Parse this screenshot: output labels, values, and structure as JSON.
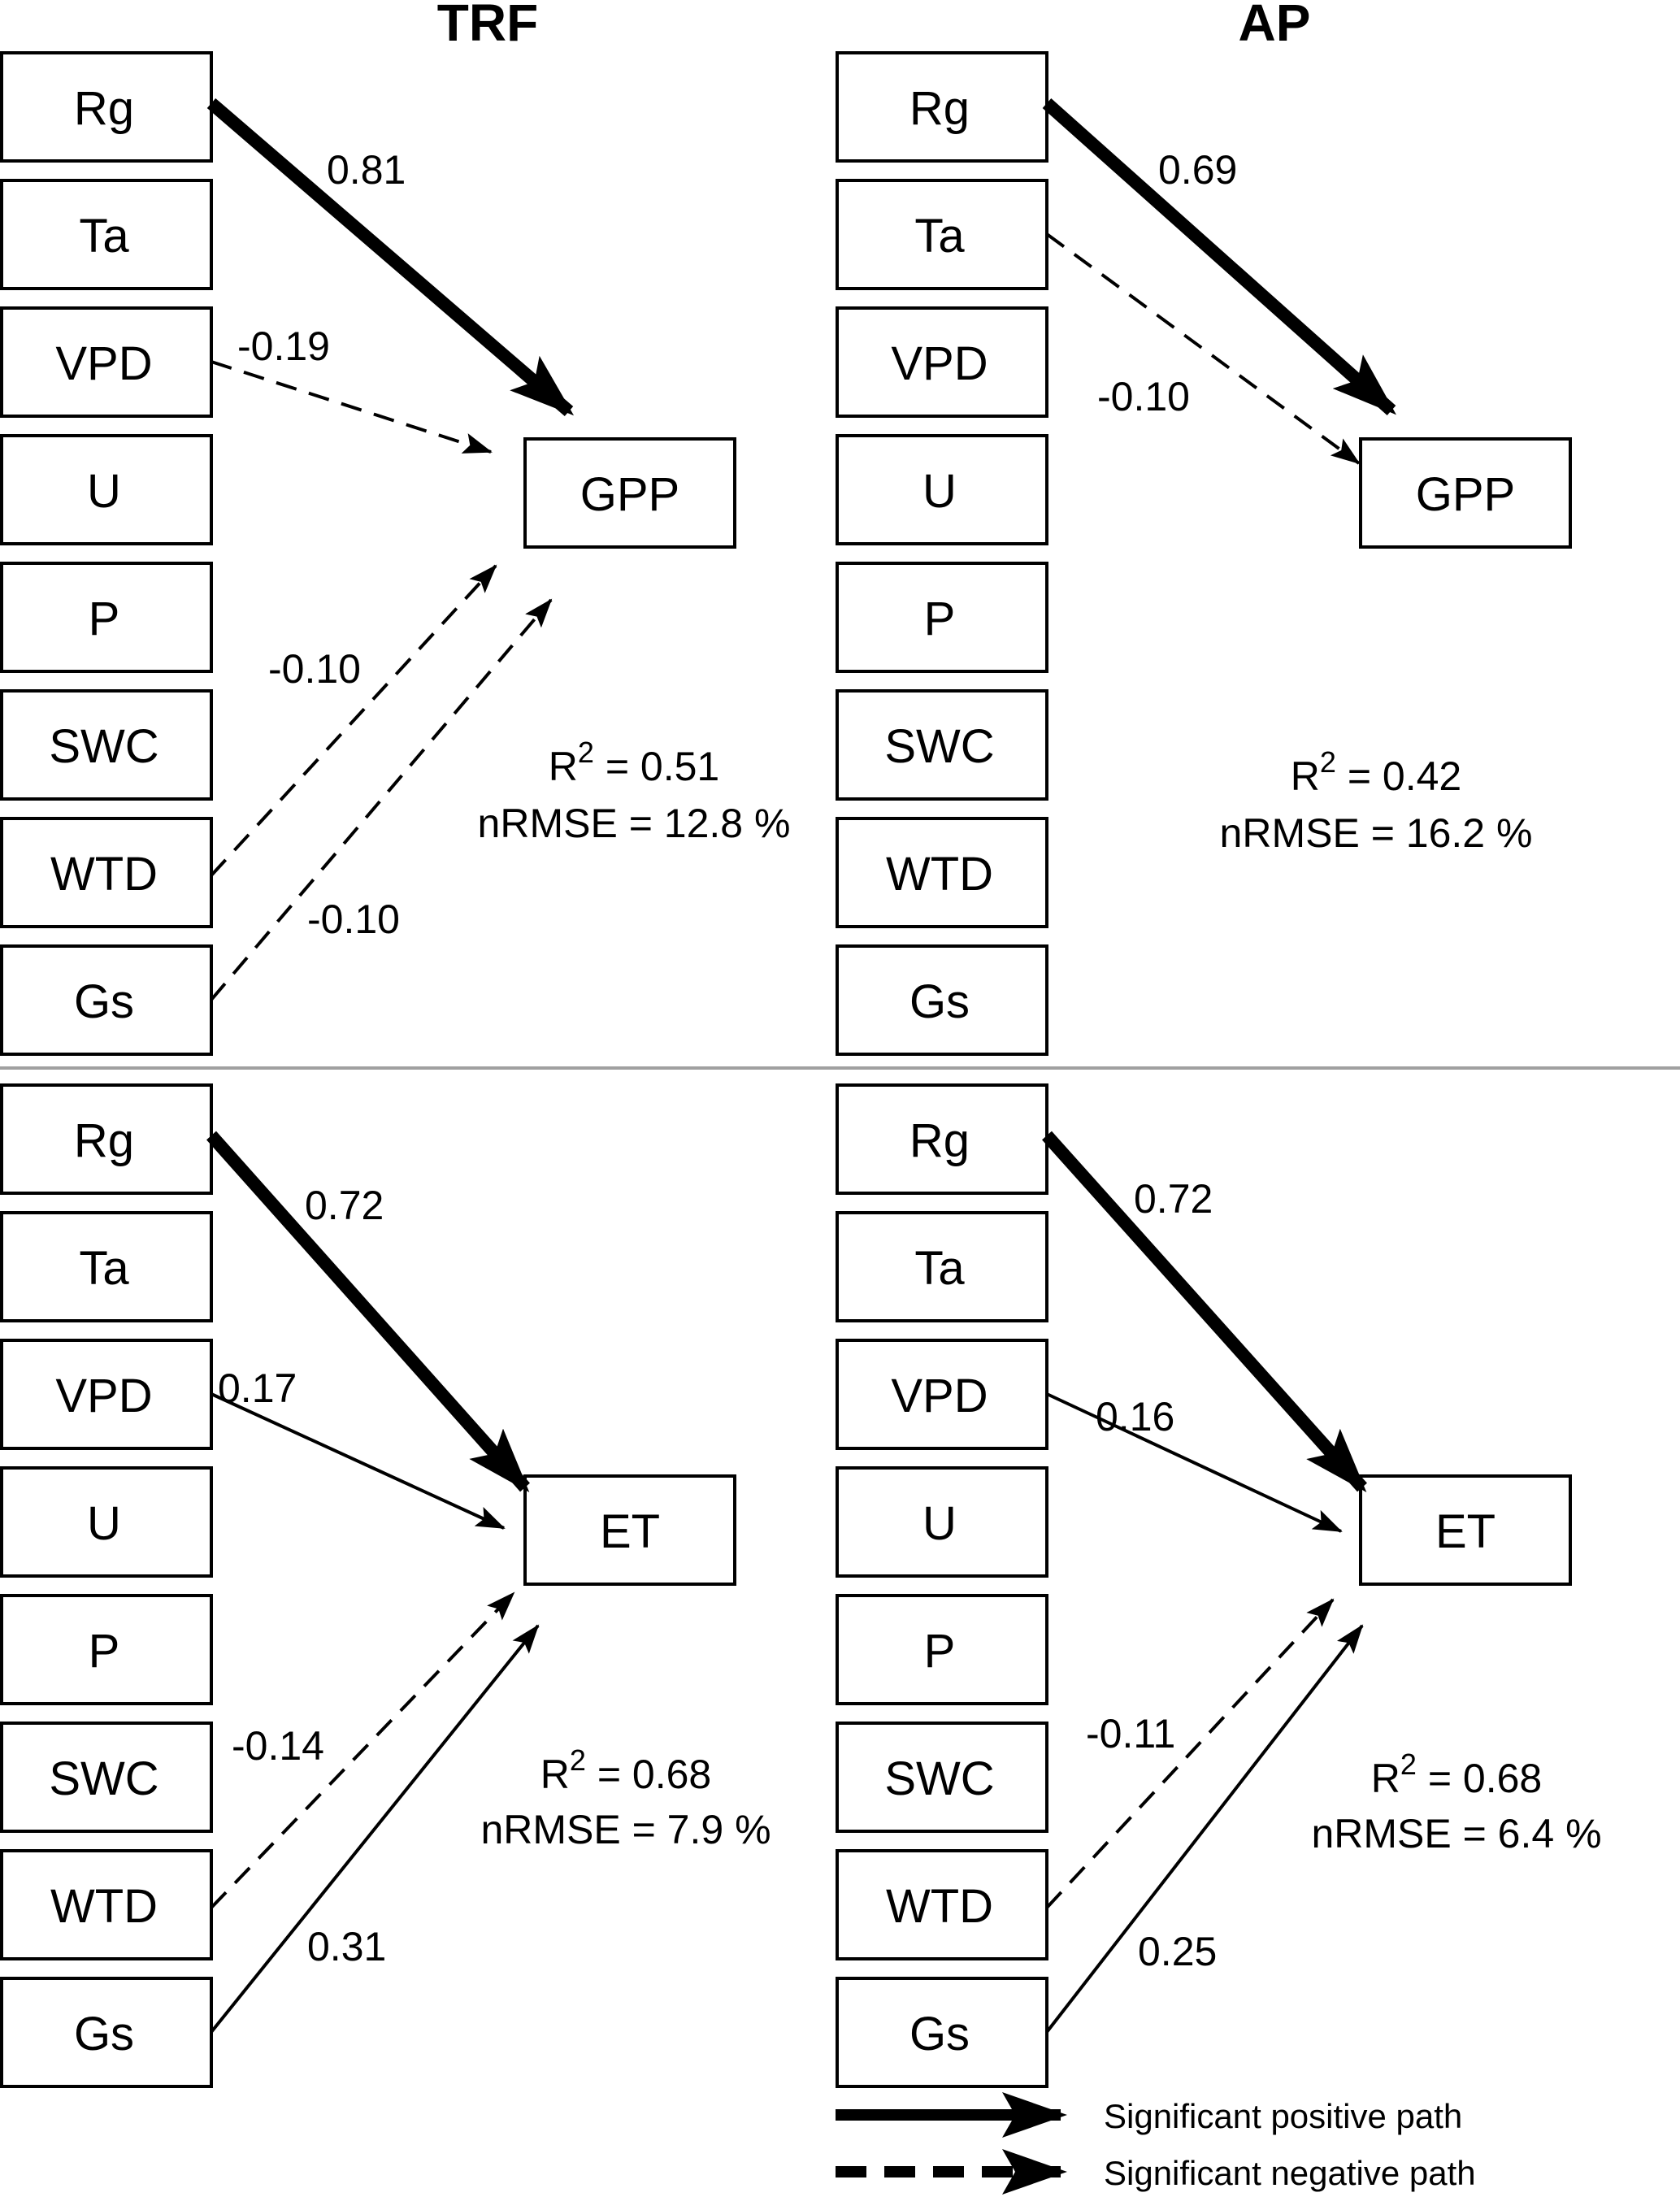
{
  "titles": {
    "left": "TRF",
    "right": "AP"
  },
  "predictors": [
    "Rg",
    "Ta",
    "VPD",
    "U",
    "P",
    "SWC",
    "WTD",
    "Gs"
  ],
  "panels": [
    {
      "id": "trf-gpp",
      "target": "GPP",
      "paths": [
        {
          "from": "Rg",
          "coef": "0.81",
          "type": "strong-positive"
        },
        {
          "from": "VPD",
          "coef": "-0.19",
          "type": "negative"
        },
        {
          "from": "WTD",
          "coef": "-0.10",
          "type": "negative"
        },
        {
          "from": "Gs",
          "coef": "-0.10",
          "type": "negative"
        }
      ],
      "r2_label": "R",
      "r2_sup": "2",
      "r2_value": " = 0.51",
      "nrmse": "nRMSE = 12.8 %"
    },
    {
      "id": "ap-gpp",
      "target": "GPP",
      "paths": [
        {
          "from": "Rg",
          "coef": "0.69",
          "type": "strong-positive"
        },
        {
          "from": "Ta",
          "coef": "-0.10",
          "type": "negative"
        }
      ],
      "r2_label": "R",
      "r2_sup": "2",
      "r2_value": " = 0.42",
      "nrmse": "nRMSE = 16.2 %"
    },
    {
      "id": "trf-et",
      "target": "ET",
      "paths": [
        {
          "from": "Rg",
          "coef": "0.72",
          "type": "strong-positive"
        },
        {
          "from": "VPD",
          "coef": "0.17",
          "type": "positive"
        },
        {
          "from": "WTD",
          "coef": "-0.14",
          "type": "negative"
        },
        {
          "from": "Gs",
          "coef": "0.31",
          "type": "positive"
        }
      ],
      "r2_label": "R",
      "r2_sup": "2",
      "r2_value": " = 0.68",
      "nrmse": "nRMSE = 7.9 %"
    },
    {
      "id": "ap-et",
      "target": "ET",
      "paths": [
        {
          "from": "Rg",
          "coef": "0.72",
          "type": "strong-positive"
        },
        {
          "from": "VPD",
          "coef": "0.16",
          "type": "positive"
        },
        {
          "from": "WTD",
          "coef": "-0.11",
          "type": "negative"
        },
        {
          "from": "Gs",
          "coef": "0.25",
          "type": "positive"
        }
      ],
      "r2_label": "R",
      "r2_sup": "2",
      "r2_value": " = 0.68",
      "nrmse": "nRMSE = 6.4 %"
    }
  ],
  "legend": {
    "positive": "Significant positive path",
    "negative": "Significant negative path"
  }
}
